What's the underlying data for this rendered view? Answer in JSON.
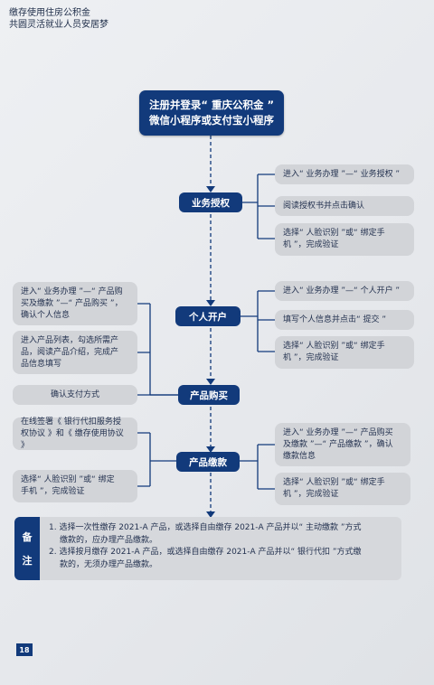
{
  "header": {
    "line1": "缴存使用住房公积金",
    "line2": "共圆灵活就业人员安居梦"
  },
  "main_box": {
    "line1": "注册并登录“ 重庆公积金 ”",
    "line2": "微信小程序或支付宝小程序"
  },
  "steps": {
    "auth": "业务授权",
    "open": "个人开户",
    "buy": "产品购买",
    "pay": "产品缴款"
  },
  "auth_items": [
    "进入“ 业务办理 ”—“ 业务授权 ”",
    "阅读授权书并点击确认",
    [
      "选择“ 人脸识别 ”或“ 绑定手",
      "机 ”，完成验证"
    ]
  ],
  "open_items": [
    "进入“ 业务办理 ”—“ 个人开户 ”",
    "填写个人信息并点击“ 提交 ”",
    [
      "选择“ 人脸识别 ”或“ 绑定手",
      "机 ”，完成验证"
    ]
  ],
  "buy_items": [
    [
      "进入“ 业务办理 ”—“ 产品购",
      "买及缴款 ”—“ 产品购买 ”，",
      "确认个人信息"
    ],
    [
      "进入产品列表，勾选所需产",
      "品，阅读产品介绍，完成产",
      "品信息填写"
    ],
    "确认支付方式"
  ],
  "pay_left_items": [
    [
      "在线签署《 银行代扣服务授",
      "权协议 》和《 缴存使用协议 》"
    ],
    [
      "选择“ 人脸识别 ”或“ 绑定",
      "手机 ”，完成验证"
    ]
  ],
  "pay_right_items": [
    [
      "进入“ 业务办理 ”—“ 产品购买",
      "及缴款 ”—“ 产品缴款 ”，确认",
      "缴款信息"
    ],
    [
      "选择“ 人脸识别 ”或“ 绑定手",
      "机 ”，完成验证"
    ]
  ],
  "note": {
    "label_1": "备",
    "label_2": "注",
    "line1": "1. 选择一次性缴存 2021-A 产品，或选择自由缴存 2021-A 产品并以“ 主动缴款 ”方式",
    "line2": "缴款的，应办理产品缴款。",
    "line3": "2. 选择按月缴存 2021-A 产品，或选择自由缴存 2021-A 产品并以“ 银行代扣 ”方式缴",
    "line4": "款的，无须办理产品缴款。"
  },
  "page_number": "18",
  "colors": {
    "primary": "#123a7b",
    "bubble": "#d2d4d8",
    "note_bg": "#d6d8dc"
  }
}
